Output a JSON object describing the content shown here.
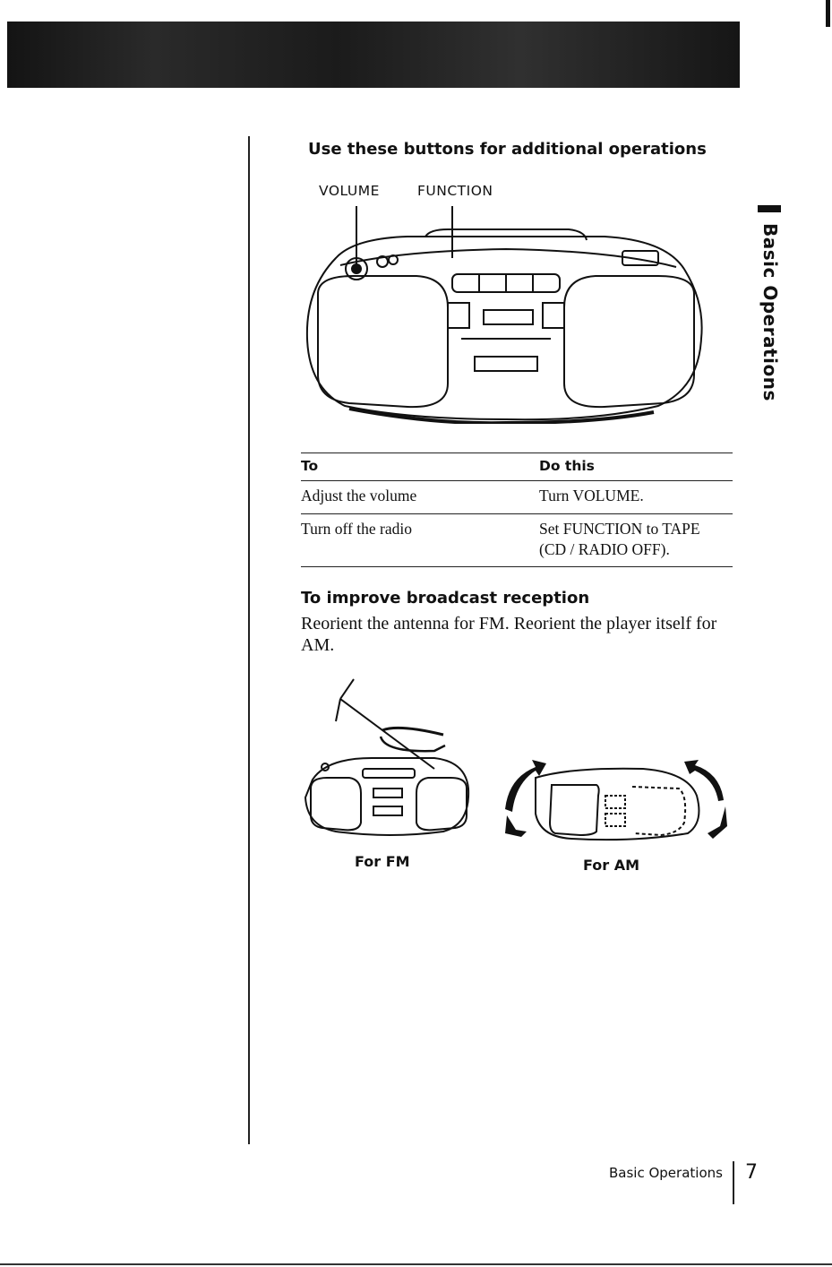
{
  "section_heading": "Use these buttons for additional operations",
  "callouts": {
    "volume": "VOLUME",
    "function": "FUNCTION"
  },
  "table": {
    "headers": {
      "to": "To",
      "do_this": "Do this"
    },
    "rows": [
      {
        "to": "Adjust the volume",
        "do_this": [
          "Turn VOLUME."
        ]
      },
      {
        "to": "Turn off the radio",
        "do_this": [
          "Set FUNCTION to TAPE",
          "(CD / RADIO OFF)."
        ]
      }
    ]
  },
  "reception": {
    "heading": "To improve broadcast reception",
    "body": "Reorient the antenna for FM. Reorient the player itself for AM."
  },
  "captions": {
    "fm": "For FM",
    "am": "For AM"
  },
  "side_tab": "Basic Operations",
  "footer": {
    "section": "Basic Operations",
    "page_number": "7"
  }
}
